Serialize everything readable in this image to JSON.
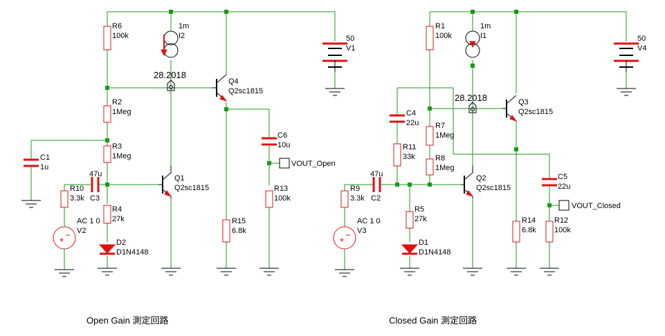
{
  "circuits": [
    {
      "caption": "Open Gain  測定回路",
      "node_voltage": "28.2018",
      "labels": {
        "R6": "R6",
        "R6v": "100k",
        "I2": "I2",
        "I2v": "1m",
        "V1": "V1",
        "V1v": "50",
        "Q4": "Q4",
        "Q4m": "Q2sc1815",
        "R2": "R2",
        "R2v": "1Meg",
        "C6": "C6",
        "C6v": "10u",
        "C1": "C1",
        "C1v": "1u",
        "R3": "R3",
        "R3v": "1Meg",
        "vout": "VOUT_Open",
        "C3v": "47u",
        "C3": "C3",
        "R10": "R10",
        "R10v": "3.3k",
        "Q1": "Q1",
        "Q1m": "Q2sc1815",
        "R13": "R13",
        "R13v": "100k",
        "R4": "R4",
        "R4v": "27k",
        "V2a": "AC 1 0",
        "V2": "V2",
        "R15": "R15",
        "R15v": "6.8k",
        "D2": "D2",
        "D2m": "D1N4148"
      }
    },
    {
      "caption": "Closed Gain  測定回路",
      "node_voltage": "28.2018",
      "labels": {
        "R1": "R1",
        "R1v": "100k",
        "I1": "I1",
        "I1v": "1m",
        "V4": "V4",
        "V4v": "50",
        "Q3": "Q3",
        "Q3m": "Q2sc1815",
        "C4": "C4",
        "C4v": "22u",
        "R7": "R7",
        "R7v": "1Meg",
        "R11": "R11",
        "R11v": "33k",
        "R8": "R8",
        "R8v": "1Meg",
        "C5": "C5",
        "C5v": "22u",
        "C2v": "47u",
        "C2": "C2",
        "R9": "R9",
        "R9v": "3.3k",
        "Q2": "Q2",
        "Q2m": "Q2sc1815",
        "vout": "VOUT_Closed",
        "R5": "R5",
        "R5v": "27k",
        "R12": "R12",
        "R12v": "100k",
        "V3a": "AC 1 0",
        "V3": "V3",
        "R14": "R14",
        "R14v": "6.8k",
        "D1": "D1",
        "D1m": "D1N4148"
      }
    }
  ],
  "colors": {
    "wire": "#1a9a1a",
    "component": "#e01010",
    "symbol": "#000000"
  }
}
